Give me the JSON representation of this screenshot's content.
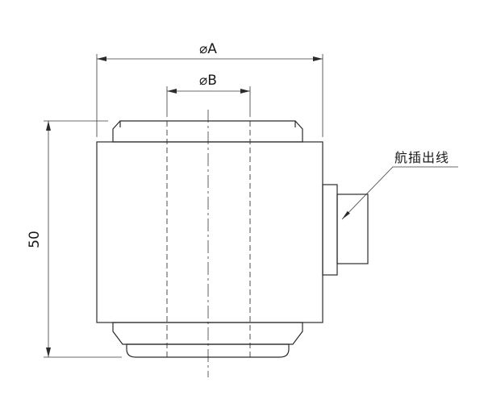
{
  "dimensions": {
    "outer_diameter": "⌀A",
    "inner_diameter": "⌀B",
    "height": "50"
  },
  "labels": {
    "connector_leader": "航插出线"
  }
}
